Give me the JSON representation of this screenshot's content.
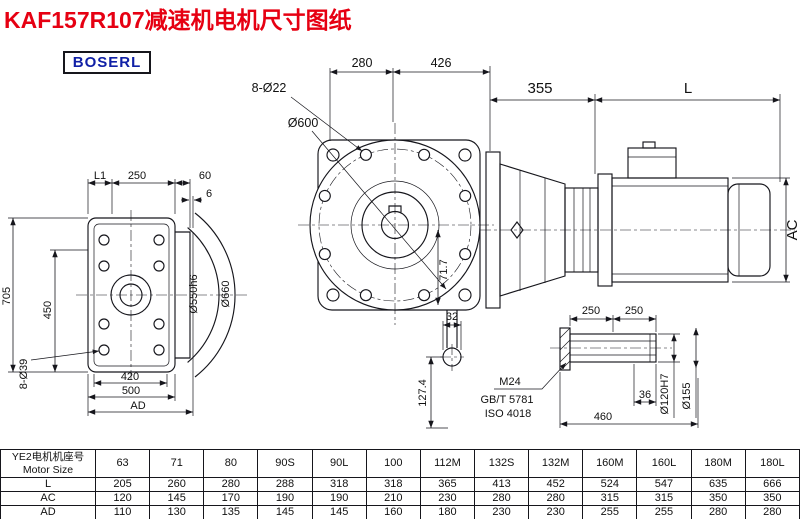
{
  "title": "KAF157R107减速机电机尺寸图纸",
  "brand": "BOSERL",
  "dims": {
    "left": {
      "l1": "L1",
      "d250": "250",
      "d60": "60",
      "d6": "6",
      "d705": "705",
      "d450": "450",
      "holes": "8-Ø39",
      "d550": "Ø550h6",
      "d660": "Ø660",
      "d420": "420",
      "d500": "500",
      "ad": "AD"
    },
    "front": {
      "holes": "8-Ø22",
      "d600": "Ø600",
      "d280": "280",
      "d426": "426",
      "d717": "71.7",
      "d32": "32",
      "d1274": "127.4"
    },
    "side": {
      "d355": "355",
      "l": "L",
      "ac": "AC"
    },
    "shaft": {
      "d250a": "250",
      "d250b": "250",
      "m24": "M24",
      "gbt": "GB/T 5781",
      "iso": "ISO 4018",
      "d36": "36",
      "d460": "460",
      "d120": "Ø120H7",
      "d155": "Ø155"
    }
  },
  "table": {
    "header_cn": "YE2电机机座号",
    "header_en": "Motor Size",
    "sizes": [
      "63",
      "71",
      "80",
      "90S",
      "90L",
      "100",
      "112M",
      "132S",
      "132M",
      "160M",
      "160L",
      "180M",
      "180L"
    ],
    "rows": [
      {
        "label": "L",
        "values": [
          "205",
          "260",
          "280",
          "288",
          "318",
          "318",
          "365",
          "413",
          "452",
          "524",
          "547",
          "635",
          "666"
        ]
      },
      {
        "label": "AC",
        "values": [
          "120",
          "145",
          "170",
          "190",
          "190",
          "210",
          "230",
          "280",
          "280",
          "315",
          "315",
          "350",
          "350"
        ]
      },
      {
        "label": "AD",
        "values": [
          "110",
          "130",
          "135",
          "145",
          "145",
          "160",
          "180",
          "230",
          "230",
          "255",
          "255",
          "280",
          "280"
        ]
      }
    ]
  }
}
